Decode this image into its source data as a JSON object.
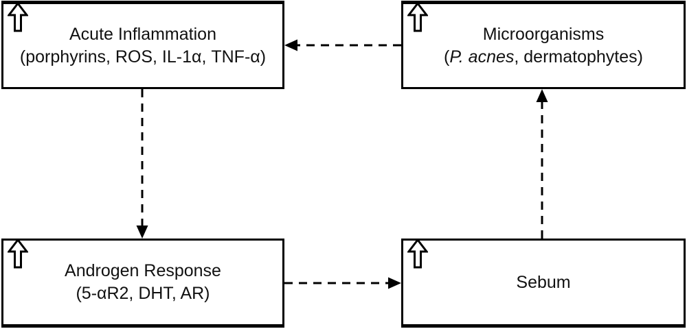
{
  "diagram": {
    "title": "",
    "type": "flow-cycle",
    "colors": {
      "line": "#000000",
      "border": "#000000",
      "text": "#111111",
      "background": "#ffffff"
    },
    "nodes": {
      "acute_inflammation": {
        "icon": "up-arrow",
        "title": "Acute Inflammation",
        "subtitle": "(porphyrins, ROS, IL-1α, TNF-α)"
      },
      "microorganisms": {
        "icon": "up-arrow",
        "title": "Microorganisms",
        "subtitle_prefix": "(",
        "subtitle_italic": "P. acnes",
        "subtitle_suffix": ", dermatophytes)"
      },
      "androgen_response": {
        "icon": "up-arrow",
        "title": "Androgen Response",
        "subtitle": "(5-αR2, DHT, AR)"
      },
      "sebum": {
        "icon": "up-arrow",
        "title": "Sebum"
      }
    },
    "edges": [
      {
        "from": "microorganisms",
        "to": "acute_inflammation",
        "style": "dashed",
        "direction": "left"
      },
      {
        "from": "acute_inflammation",
        "to": "androgen_response",
        "style": "dashed",
        "direction": "down"
      },
      {
        "from": "androgen_response",
        "to": "sebum",
        "style": "dashed",
        "direction": "right"
      },
      {
        "from": "sebum",
        "to": "microorganisms",
        "style": "dashed",
        "direction": "up"
      }
    ]
  }
}
